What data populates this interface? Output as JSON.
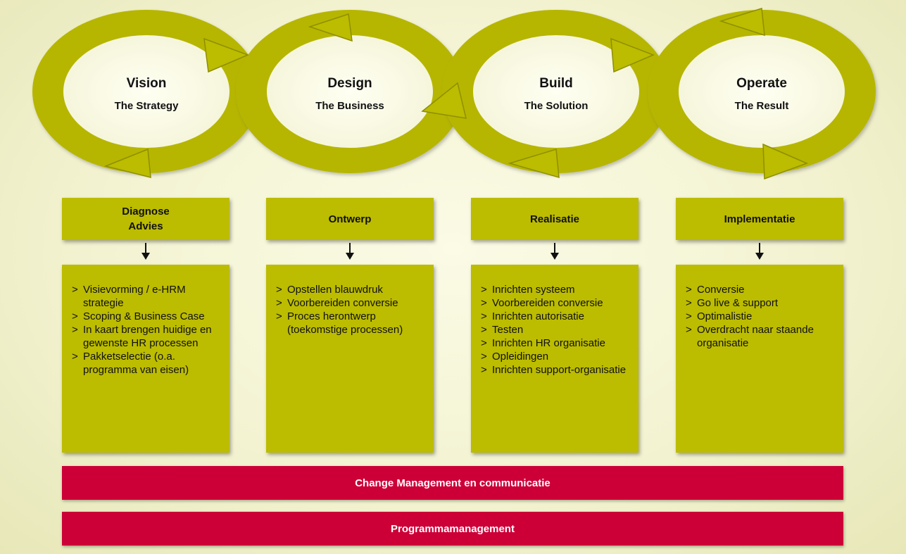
{
  "cycles": [
    {
      "title": "Vision",
      "subtitle": "The Strategy"
    },
    {
      "title": "Design",
      "subtitle": "The Business"
    },
    {
      "title": "Build",
      "subtitle": "The Solution"
    },
    {
      "title": "Operate",
      "subtitle": "The Result"
    }
  ],
  "phases": [
    {
      "label": "Diagnose\nAdvies",
      "items": [
        "Visievorming / e-HRM strategie",
        "Scoping & Business Case",
        "In kaart brengen huidige en gewenste HR processen",
        "Pakketselectie (o.a. programma van eisen)"
      ]
    },
    {
      "label": "Ontwerp",
      "items": [
        "Opstellen blauwdruk",
        "Voorbereiden conversie",
        "Proces herontwerp (toekomstige processen)"
      ]
    },
    {
      "label": "Realisatie",
      "items": [
        "Inrichten systeem",
        "Voorbereiden conversie",
        "Inrichten autorisatie",
        "Testen",
        "Inrichten HR organisatie",
        "Opleidingen",
        "Inrichten support-organisatie"
      ]
    },
    {
      "label": "Implementatie",
      "items": [
        "Conversie",
        "Go live & support",
        "Optimalistie",
        "Overdracht naar staande organisatie"
      ]
    }
  ],
  "bars": {
    "change": "Change Management en communicatie",
    "program": "Programmamanagement"
  },
  "colors": {
    "ring": "#bcbc00",
    "box": "#bcbc00",
    "bar": "#cc0037"
  }
}
